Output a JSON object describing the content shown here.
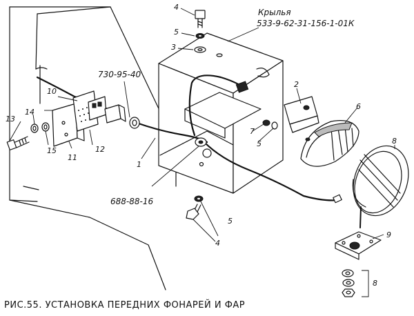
{
  "figure": {
    "caption": "РИС.55. УСТАНОВКА ПЕРЕДНИХ ФОНАРЕЙ И ФАР",
    "title_label": "Крылья",
    "part_number_wing": "533-9-62-31-156-1-01К",
    "part_number_upper": "730-95-40",
    "part_number_lower": "688-88-16"
  },
  "callouts": {
    "c1": "1",
    "c2": "2",
    "c3": "3",
    "c4_top": "4",
    "c4_bottom": "4",
    "c5_top": "5",
    "c5_mid": "5",
    "c5_bottom": "5",
    "c6": "6",
    "c7": "7",
    "c8_lamp": "8",
    "c8_bottom": "8",
    "c9": "9",
    "c10": "10",
    "c11": "11",
    "c12": "12",
    "c13": "13",
    "c14": "14",
    "c15": "15"
  }
}
